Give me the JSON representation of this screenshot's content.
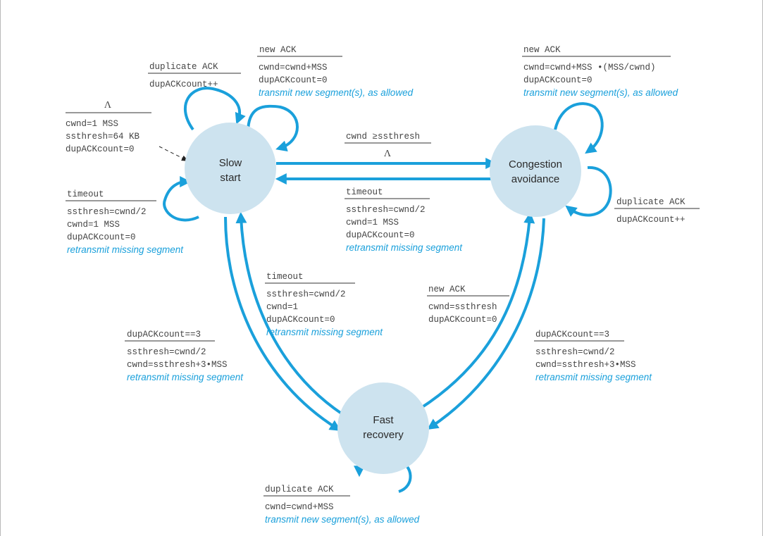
{
  "states": {
    "slow_start": [
      "Slow",
      "start"
    ],
    "congestion_avoidance": [
      "Congestion",
      "avoidance"
    ],
    "fast_recovery": [
      "Fast",
      "recovery"
    ]
  },
  "transitions": {
    "init": {
      "event": "Λ",
      "lines": [
        "cwnd=1 MSS",
        "ssthresh=64 KB",
        "dupACKcount=0"
      ]
    },
    "ss_dup": {
      "event": "duplicate ACK",
      "lines": [
        "dupACKcount++"
      ]
    },
    "ss_newack": {
      "event": "new ACK",
      "lines": [
        "cwnd=cwnd+MSS",
        "dupACKcount=0"
      ],
      "action": "transmit new segment(s), as allowed"
    },
    "ss_timeout": {
      "event": "timeout",
      "lines": [
        "ssthresh=cwnd/2",
        "cwnd=1 MSS",
        "dupACKcount=0"
      ],
      "action": "retransmit missing segment"
    },
    "ss_to_ca": {
      "event": "cwnd ≥ssthresh",
      "lines": [
        "Λ"
      ]
    },
    "ca_to_ss": {
      "event": "timeout",
      "lines": [
        "ssthresh=cwnd/2",
        "cwnd=1 MSS",
        "dupACKcount=0"
      ],
      "action": "retransmit missing segment"
    },
    "ca_newack": {
      "event": "new ACK",
      "lines": [
        "cwnd=cwnd+MSS •(MSS/cwnd)",
        "dupACKcount=0"
      ],
      "action": "transmit new segment(s), as allowed"
    },
    "ca_dup": {
      "event": "duplicate ACK",
      "lines": [
        "dupACKcount++"
      ]
    },
    "fr_to_ss": {
      "event": "timeout",
      "lines": [
        "ssthresh=cwnd/2",
        "cwnd=1",
        "dupACKcount=0"
      ],
      "action": "retransmit missing segment"
    },
    "ss_to_fr": {
      "event": "dupACKcount==3",
      "lines": [
        "ssthresh=cwnd/2",
        "cwnd=ssthresh+3•MSS"
      ],
      "action": "retransmit missing segment"
    },
    "fr_to_ca": {
      "event": "new ACK",
      "lines": [
        "cwnd=ssthresh",
        "dupACKcount=0"
      ]
    },
    "ca_to_fr": {
      "event": "dupACKcount==3",
      "lines": [
        "ssthresh=cwnd/2",
        "cwnd=ssthresh+3•MSS"
      ],
      "action": "retransmit missing segment"
    },
    "fr_dup": {
      "event": "duplicate ACK",
      "lines": [
        "cwnd=cwnd+MSS"
      ],
      "action": "transmit new segment(s), as allowed"
    }
  },
  "colors": {
    "arrow": "#1aa0db",
    "state_fill": "#cde3ef",
    "text": "#444444"
  }
}
